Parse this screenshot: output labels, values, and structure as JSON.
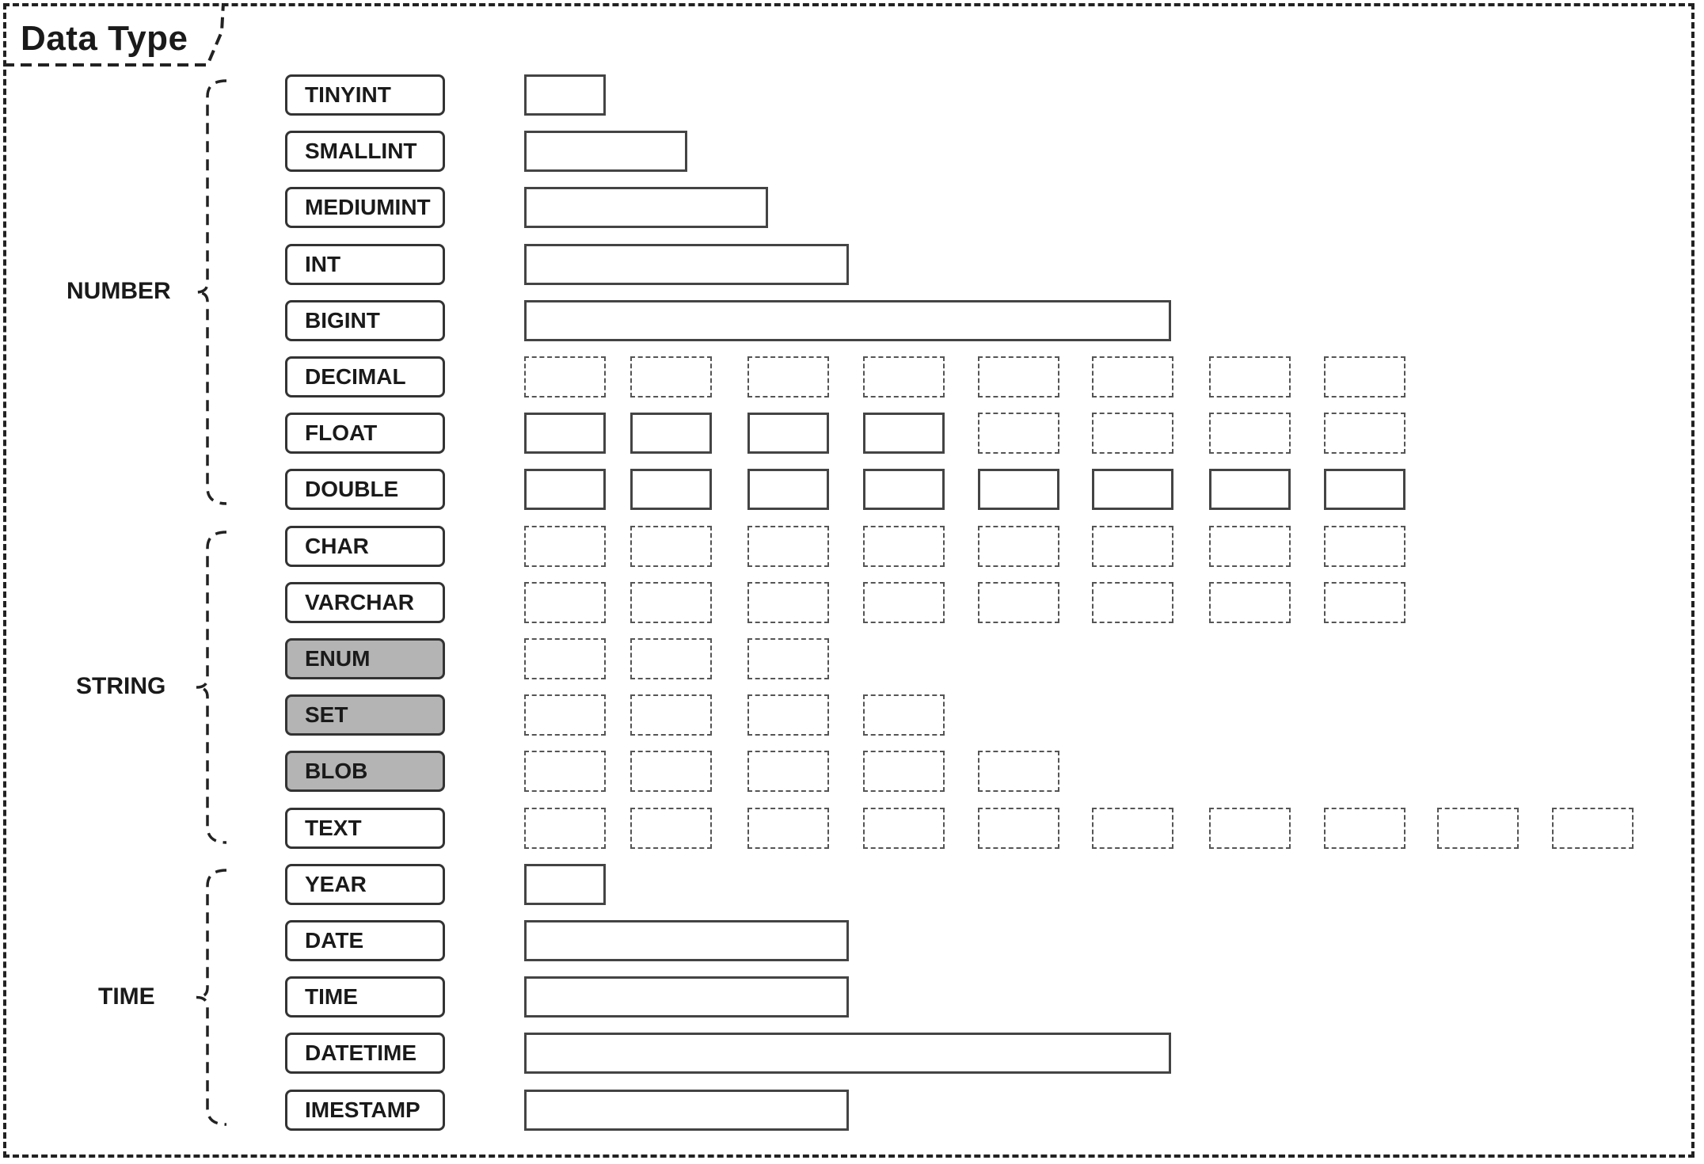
{
  "title": "Data Type",
  "groups": [
    {
      "name": "NUMBER",
      "first_row": 0,
      "last_row": 7
    },
    {
      "name": "STRING",
      "first_row": 8,
      "last_row": 13
    },
    {
      "name": "TIME",
      "first_row": 14,
      "last_row": 18
    }
  ],
  "rows": [
    {
      "label": "TINYINT",
      "shaded": false,
      "kind": "bar",
      "span": 1
    },
    {
      "label": "SMALLINT",
      "shaded": false,
      "kind": "bar",
      "span": 2
    },
    {
      "label": "MEDIUMINT",
      "shaded": false,
      "kind": "bar",
      "span": 3
    },
    {
      "label": "INT",
      "shaded": false,
      "kind": "bar",
      "span": 4
    },
    {
      "label": "BIGINT",
      "shaded": false,
      "kind": "bar",
      "span": 8
    },
    {
      "label": "DECIMAL",
      "shaded": false,
      "kind": "cells",
      "solid": 0,
      "dashed": 8
    },
    {
      "label": "FLOAT",
      "shaded": false,
      "kind": "cells",
      "solid": 4,
      "dashed": 4
    },
    {
      "label": "DOUBLE",
      "shaded": false,
      "kind": "cells",
      "solid": 8,
      "dashed": 0
    },
    {
      "label": "CHAR",
      "shaded": false,
      "kind": "cells",
      "solid": 0,
      "dashed": 8
    },
    {
      "label": "VARCHAR",
      "shaded": false,
      "kind": "cells",
      "solid": 0,
      "dashed": 8
    },
    {
      "label": "ENUM",
      "shaded": true,
      "kind": "cells",
      "solid": 0,
      "dashed": 3
    },
    {
      "label": "SET",
      "shaded": true,
      "kind": "cells",
      "solid": 0,
      "dashed": 4
    },
    {
      "label": "BLOB",
      "shaded": true,
      "kind": "cells",
      "solid": 0,
      "dashed": 5
    },
    {
      "label": "TEXT",
      "shaded": false,
      "kind": "cells",
      "solid": 0,
      "dashed": 10
    },
    {
      "label": "YEAR",
      "shaded": false,
      "kind": "bar",
      "span": 1
    },
    {
      "label": "DATE",
      "shaded": false,
      "kind": "bar",
      "span": 4
    },
    {
      "label": "TIME",
      "shaded": false,
      "kind": "bar",
      "span": 4
    },
    {
      "label": "DATETIME",
      "shaded": false,
      "kind": "bar",
      "span": 8
    },
    {
      "label": "IMESTAMP",
      "shaded": false,
      "kind": "bar",
      "span": 4
    }
  ]
}
